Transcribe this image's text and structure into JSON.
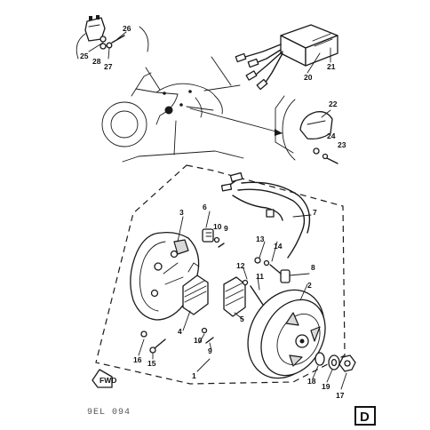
{
  "part_numbers": {
    "p1": "1",
    "p2": "2",
    "p3": "3",
    "p4": "4",
    "p5": "5",
    "p6": "6",
    "p7": "7",
    "p8": "8",
    "p9a": "9",
    "p9b": "9",
    "p10a": "10",
    "p10b": "10",
    "p11": "11",
    "p12": "12",
    "p13": "13",
    "p14": "14",
    "p15": "15",
    "p16": "16",
    "p17": "17",
    "p18": "18",
    "p19": "19",
    "p20": "20",
    "p21": "21",
    "p22": "22",
    "p23": "23",
    "p24": "24",
    "p25": "25",
    "p26": "26",
    "p27": "27",
    "p28": "28"
  },
  "fwd_label": "FWD",
  "diagram_code": "9EL 094",
  "section_badge": "D"
}
